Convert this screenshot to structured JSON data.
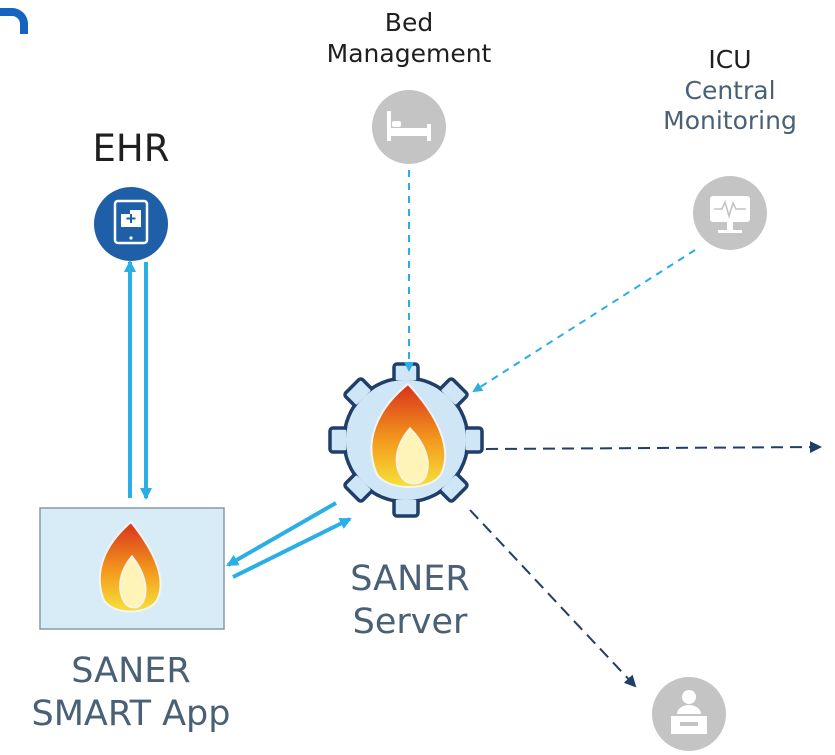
{
  "nodes": {
    "ehr": {
      "label": "EHR"
    },
    "bed_management": {
      "line1": "Bed",
      "line2": "Management"
    },
    "icu": {
      "line1": "ICU",
      "line2": "Central",
      "line3": "Monitoring"
    },
    "saner_server": {
      "line1": "SANER",
      "line2": "Server"
    },
    "smart_app": {
      "line1": "SANER",
      "line2": "SMART App"
    }
  },
  "colors": {
    "corner_mark": "#1565c0",
    "ehr_icon": "#1f5fa8",
    "grey_icon": "#c4c4c4",
    "arrow_light": "#29aee6",
    "arrow_dark": "#1f3e6a",
    "panel_fill": "#d8ecf8",
    "panel_border": "#8a9aa8",
    "gear_fill": "#cfe6f6",
    "gear_stroke": "#1f3e6a"
  },
  "icons": {
    "corner": "logo-fragment-icon",
    "ehr": "tablet-chart-icon",
    "bed": "hospital-bed-icon",
    "icu": "monitor-heartbeat-icon",
    "server": "fire-gear-icon",
    "app": "fhir-flame-icon",
    "bottom": "person-at-desk-icon"
  }
}
